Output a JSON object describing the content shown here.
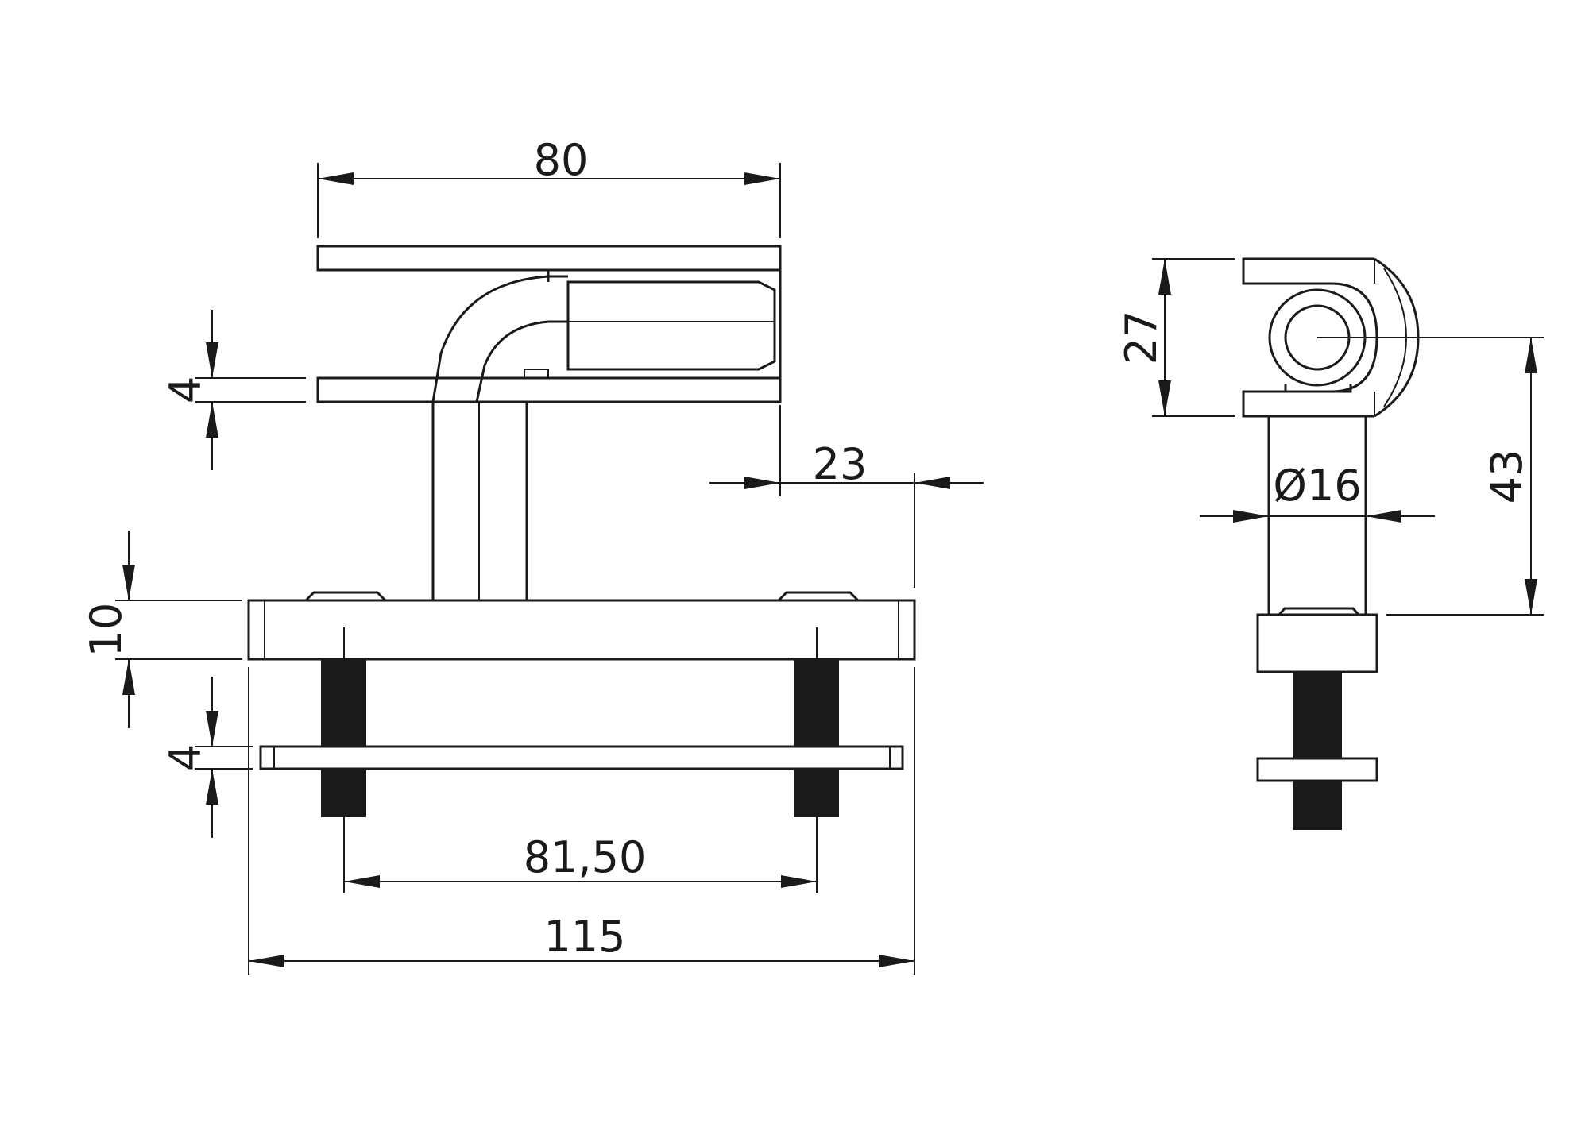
{
  "dimensions": {
    "top_width": "80",
    "upper_plate_thickness": "4",
    "overhang": "23",
    "base_thickness": "10",
    "lower_plate_thickness": "4",
    "bolt_spacing": "81,50",
    "base_width": "115",
    "side_height": "27",
    "side_total_height": "43",
    "post_diameter": "Ø16"
  }
}
